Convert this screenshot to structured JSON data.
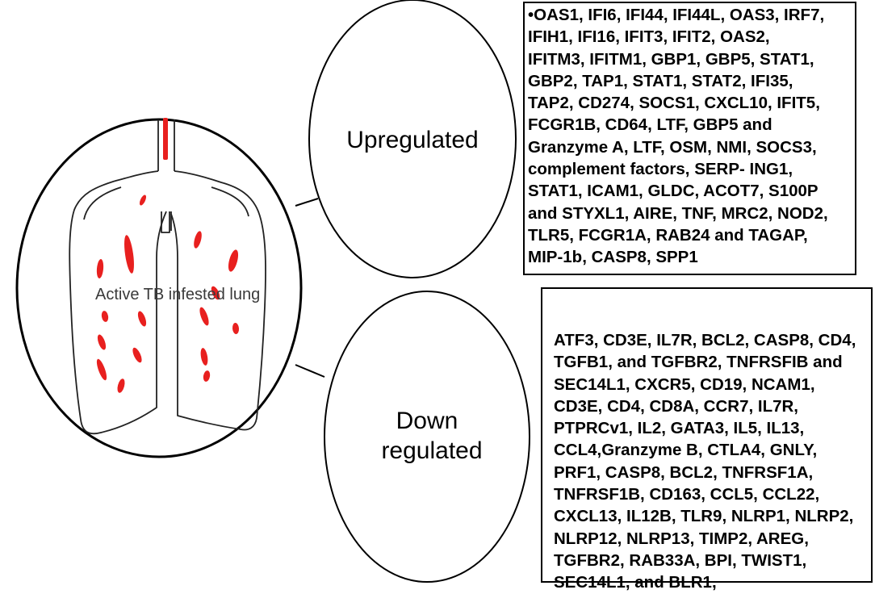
{
  "lung": {
    "caption": "Active TB infested lung",
    "lesion_color": "#e8201f"
  },
  "ovals": {
    "upregulated": "Upregulated",
    "down_line1": "Down",
    "down_line2": "regulated"
  },
  "upregulated_box": {
    "lines": [
      "•OAS1, IFI6, IFI44, IFI44L, OAS3, IRF7,",
      "IFIH1, IFI16, IFIT3, IFIT2, OAS2,",
      "IFITM3, IFITM1, GBP1, GBP5, STAT1,",
      "GBP2, TAP1, STAT1, STAT2, IFI35,",
      "TAP2, CD274, SOCS1, CXCL10, IFIT5,",
      "FCGR1B, CD64, LTF, GBP5 and",
      "Granzyme A, LTF, OSM, NMI, SOCS3,",
      "complement factors, SERP- ING1,",
      "STAT1, ICAM1, GLDC, ACOT7, S100P",
      "and STYXL1, AIRE, TNF, MRC2, NOD2,",
      "TLR5, FCGR1A, RAB24 and TAGAP,",
      "MIP-1b, CASP8, SPP1"
    ]
  },
  "downregulated_box": {
    "lines": [
      "ATF3, CD3E, IL7R, BCL2, CASP8, CD4,",
      "TGFB1, and TGFBR2, TNFRSFIB  and",
      "SEC14L1, CXCR5, CD19, NCAM1,",
      "CD3E, CD4, CD8A, CCR7, IL7R,",
      "PTPRCv1, IL2, GATA3, IL5, IL13,",
      "CCL4,Granzyme B, CTLA4, GNLY,",
      "PRF1, CASP8, BCL2, TNFRSF1A,",
      "TNFRSF1B, CD163, CCL5, CCL22,",
      "CXCL13, IL12B, TLR9, NLRP1, NLRP2,",
      "NLRP12, NLRP13, TIMP2, AREG,",
      "TGFBR2, RAB33A, BPI, TWIST1,",
      "SEC14L1, and BLR1,"
    ]
  }
}
